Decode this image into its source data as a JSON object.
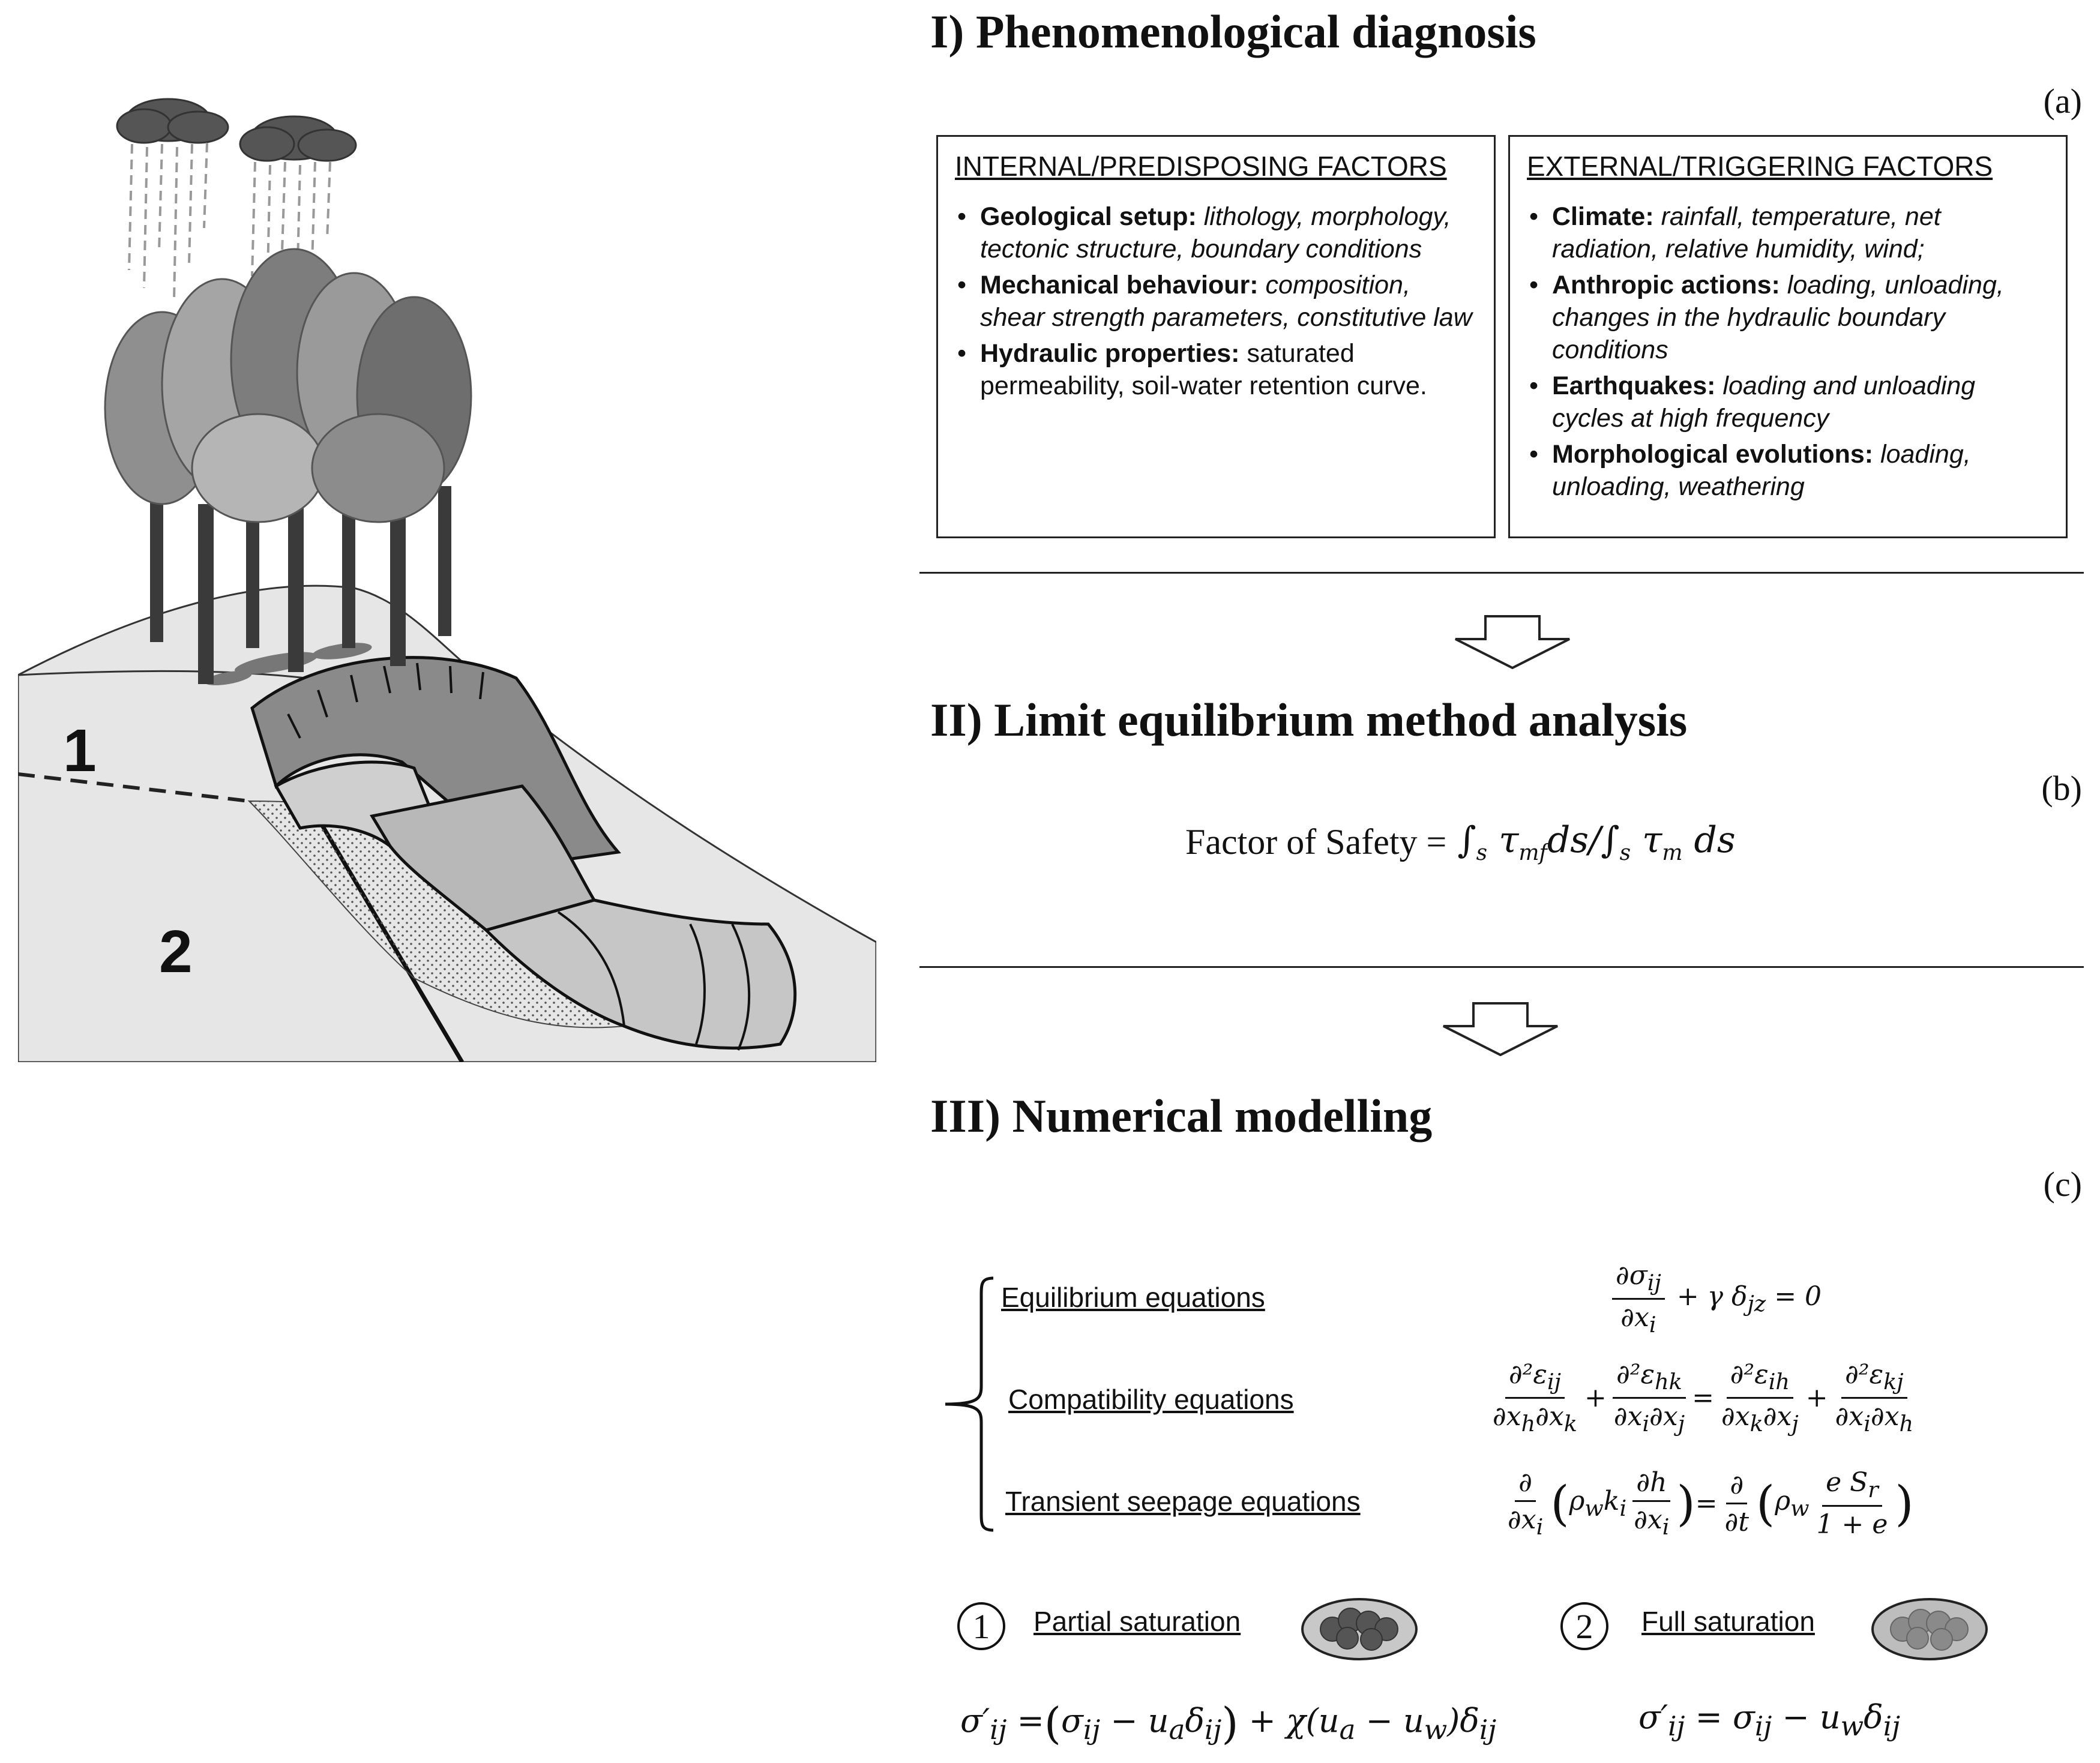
{
  "illustration": {
    "layer_1_label": "1",
    "layer_2_label": "2"
  },
  "section_1": {
    "title": "I) Phenomenological diagnosis",
    "panel_label": "(a)",
    "internal_box": {
      "heading": "INTERNAL/PREDISPOSING FACTORS",
      "items": [
        {
          "bold": "Geological setup:",
          "text": " lithology, morphology, tectonic structure, boundary conditions",
          "italic": true
        },
        {
          "bold": "Mechanical behaviour:",
          "text": " composition, shear strength parameters, constitutive law",
          "italic": true
        },
        {
          "bold": "Hydraulic properties:",
          "text": " saturated permeability, soil-water retention curve.",
          "italic": false
        }
      ]
    },
    "external_box": {
      "heading": "EXTERNAL/TRIGGERING FACTORS",
      "items": [
        {
          "bold": "Climate:",
          "text": " rainfall, temperature, net radiation, relative humidity, wind;",
          "italic": true
        },
        {
          "bold": "Anthropic actions:",
          "text": " loading, unloading, changes in the hydraulic boundary conditions",
          "italic": true
        },
        {
          "bold": "Earthquakes:",
          "text": " loading and unloading cycles at high frequency",
          "italic": true
        },
        {
          "bold": "Morphological evolutions:",
          "text": " loading, unloading, weathering",
          "italic": true
        }
      ]
    }
  },
  "section_2": {
    "title": "II) Limit equilibrium method analysis",
    "panel_label": "(b)",
    "formula_prefix": "Factor of Safety = ",
    "formula": "∫ₛ τ_mf ds/∫ₛ τ_m ds"
  },
  "section_3": {
    "title": "III) Numerical modelling",
    "panel_label": "(c)",
    "equations": [
      {
        "label": "Equilibrium equations"
      },
      {
        "label": "Compatibility equations"
      },
      {
        "label": "Transient seepage equations"
      }
    ],
    "saturation": [
      {
        "number": "1",
        "label": "Partial saturation",
        "formula": "σ′ᵢⱼ = (σᵢⱼ − uₐδᵢⱼ) + χ(uₐ − u_w)δᵢⱼ"
      },
      {
        "number": "2",
        "label": "Full saturation",
        "formula": "σ′ᵢⱼ = σᵢⱼ − u_wδᵢⱼ"
      }
    ]
  },
  "colors": {
    "ink": "#111111",
    "ground_light": "#e6e6e6",
    "landslide_dark": "#8a8a8a",
    "landslide_mid": "#b0b0b0",
    "landslide_light": "#cfcfcf"
  }
}
